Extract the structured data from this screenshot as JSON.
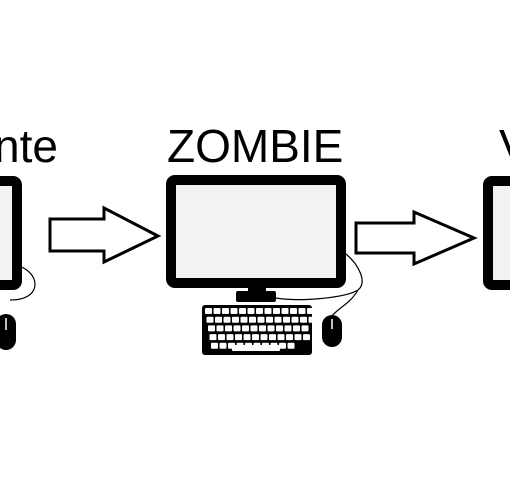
{
  "labels": {
    "left": "nte",
    "center": "ZOMBIE",
    "right": "V"
  },
  "colors": {
    "stroke": "#000000",
    "background": "#ffffff",
    "screen": "#f2f2f2"
  },
  "icons": [
    "computer-monitor-icon",
    "keyboard-icon",
    "mouse-icon",
    "arrow-right-icon"
  ]
}
